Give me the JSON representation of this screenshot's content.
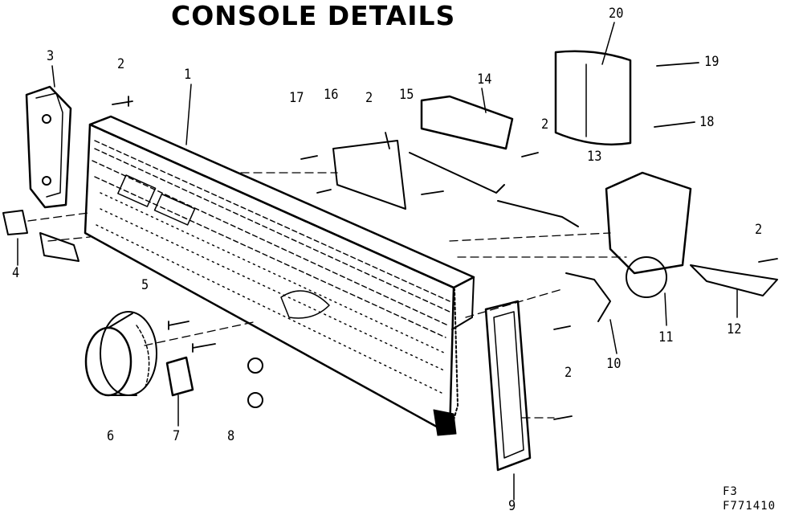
{
  "title": "CONSOLE DETAILS",
  "callouts": {
    "c1": "1",
    "c2a": "2",
    "c2b": "2",
    "c2c": "2",
    "c2d": "2",
    "c2e": "2",
    "c3": "3",
    "c4": "4",
    "c5": "5",
    "c6": "6",
    "c7": "7",
    "c8": "8",
    "c9": "9",
    "c10": "10",
    "c11": "11",
    "c12": "12",
    "c13": "13",
    "c14": "14",
    "c15": "15",
    "c16": "16",
    "c17": "17",
    "c18": "18",
    "c19": "19",
    "c20": "20"
  },
  "figure_code": {
    "line1": "F3",
    "line2": "F771410"
  }
}
